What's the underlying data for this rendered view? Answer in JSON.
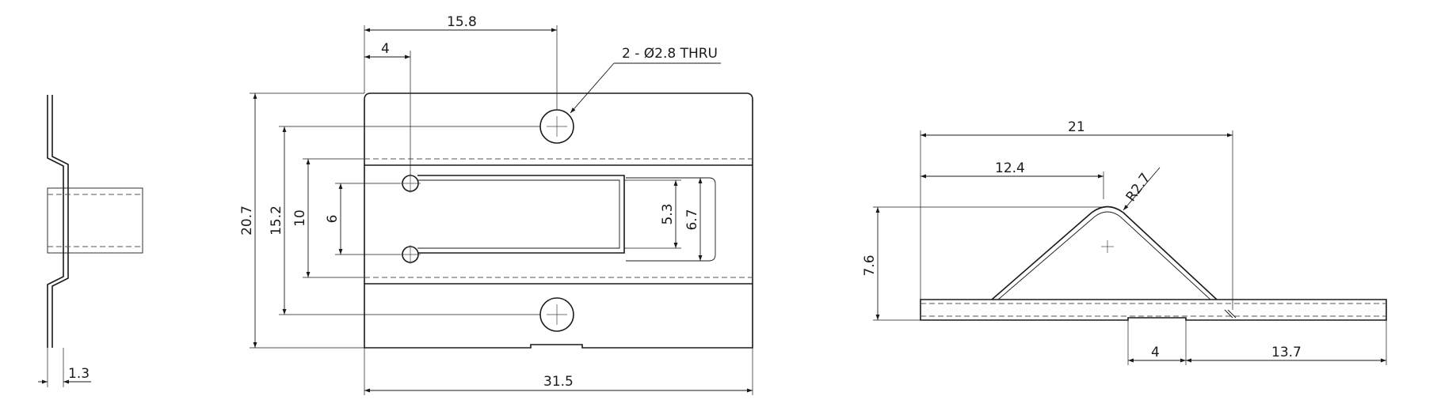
{
  "side_view": {
    "dim_thickness": "1.3"
  },
  "front_view": {
    "dim_width_top": "15.8",
    "dim_slot_offset": "4",
    "hole_callout": "2 - Ø2.8 THRU",
    "dim_height_total": "20.7",
    "dim_hole_spacing": "15.2",
    "dim_band_height": "10",
    "dim_slot_spacing": "6",
    "dim_slot_inner": "5.3",
    "dim_slot_outer": "6.7",
    "dim_width_total": "31.5"
  },
  "profile_view": {
    "dim_length": "21",
    "dim_peak_offset": "12.4",
    "dim_radius": "R2.7",
    "dim_height": "7.6",
    "dim_gap": "4",
    "dim_tail": "13.7"
  }
}
